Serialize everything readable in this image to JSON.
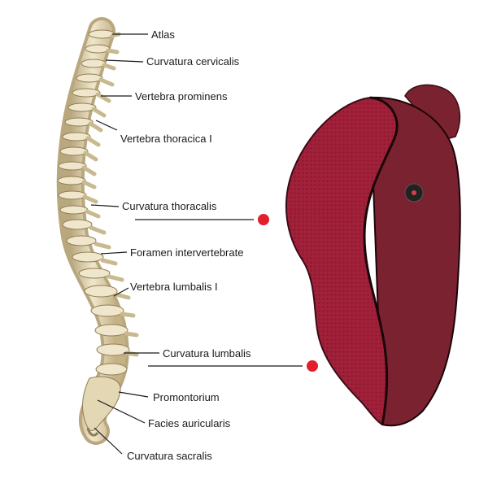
{
  "labels": {
    "atlas": "Atlas",
    "curvatura_cervicalis": "Curvatura cervicalis",
    "vertebra_prominens": "Vertebra prominens",
    "vertebra_thoracica_i": "Vertebra thoracica I",
    "curvatura_thoracalis": "Curvatura thoracalis",
    "foramen_intervertebrate": "Foramen intervertebrate",
    "vertebra_lumbalis_i": "Vertebra lumbalis I",
    "curvatura_lumbalis": "Curvatura lumbalis",
    "promontorium": "Promontorium",
    "facies_auricularis": "Facies auricularis",
    "curvatura_sacralis": "Curvatura sacralis"
  },
  "colors": {
    "bone": "#e8dfc2",
    "bone_shadow": "#b9a77e",
    "cushion": "#a3203a",
    "cushion_side": "#7b2230",
    "marker": "#e0202a",
    "leader": "#1a1a1a"
  },
  "icons": {
    "spine": "spine-illustration",
    "cushion": "lumbar-cushion-illustration",
    "button": "power-button-icon"
  }
}
